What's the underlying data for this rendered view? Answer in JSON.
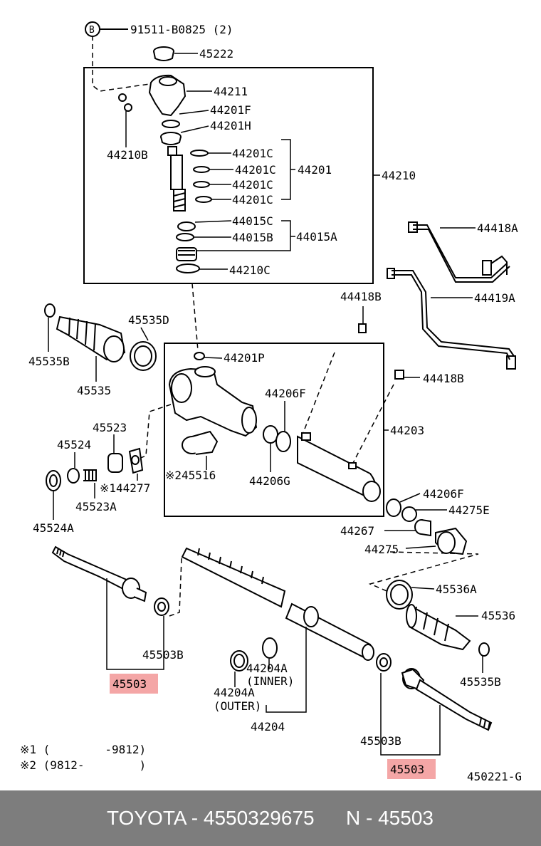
{
  "labels": {
    "circle_b": "B",
    "bolt": "91511-B0825 (2)",
    "p45222": "45222",
    "p44211": "44211",
    "p44201F": "44201F",
    "p44201H": "44201H",
    "p44210B": "44210B",
    "p44201C_1": "44201C",
    "p44201C_2": "44201C",
    "p44201C_3": "44201C",
    "p44201C_4": "44201C",
    "p44201": "44201",
    "p44210": "44210",
    "p44015C": "44015C",
    "p44015B": "44015B",
    "p44015A": "44015A",
    "p44210C": "44210C",
    "p44418A": "44418A",
    "p44419A": "44419A",
    "p44418B_top": "44418B",
    "p44418B_right": "44418B",
    "p45535D": "45535D",
    "p45535B_left": "45535B",
    "p45535": "45535",
    "p44201P": "44201P",
    "p44206F_top": "44206F",
    "p44203": "44203",
    "p45523": "45523",
    "p45524": "45524",
    "p44277": "※144277",
    "p45516": "※245516",
    "p44206G": "44206G",
    "p45523A": "45523A",
    "p45524A": "45524A",
    "p44206F_right": "44206F",
    "p44275E": "44275E",
    "p44267": "44267",
    "p44275": "44275",
    "p45536A": "45536A",
    "p45536": "45536",
    "p45503B_left": "45503B",
    "p45503_left": "45503",
    "p44204A_inner": "44204A",
    "inner": "(INNER)",
    "p44204A_outer": "44204A",
    "outer": "(OUTER)",
    "p44204": "44204",
    "p45535B_right": "45535B",
    "p45503B_right": "45503B",
    "p45503_right": "45503",
    "note1": "※1 (        -9812)",
    "note2": "※2 (9812-        )",
    "fig_code": "450221-G"
  },
  "highlight_color": "#f4a6a6",
  "footer": {
    "brand_part": "TOYOTA - 4550329675",
    "ref": "N - 45503"
  }
}
